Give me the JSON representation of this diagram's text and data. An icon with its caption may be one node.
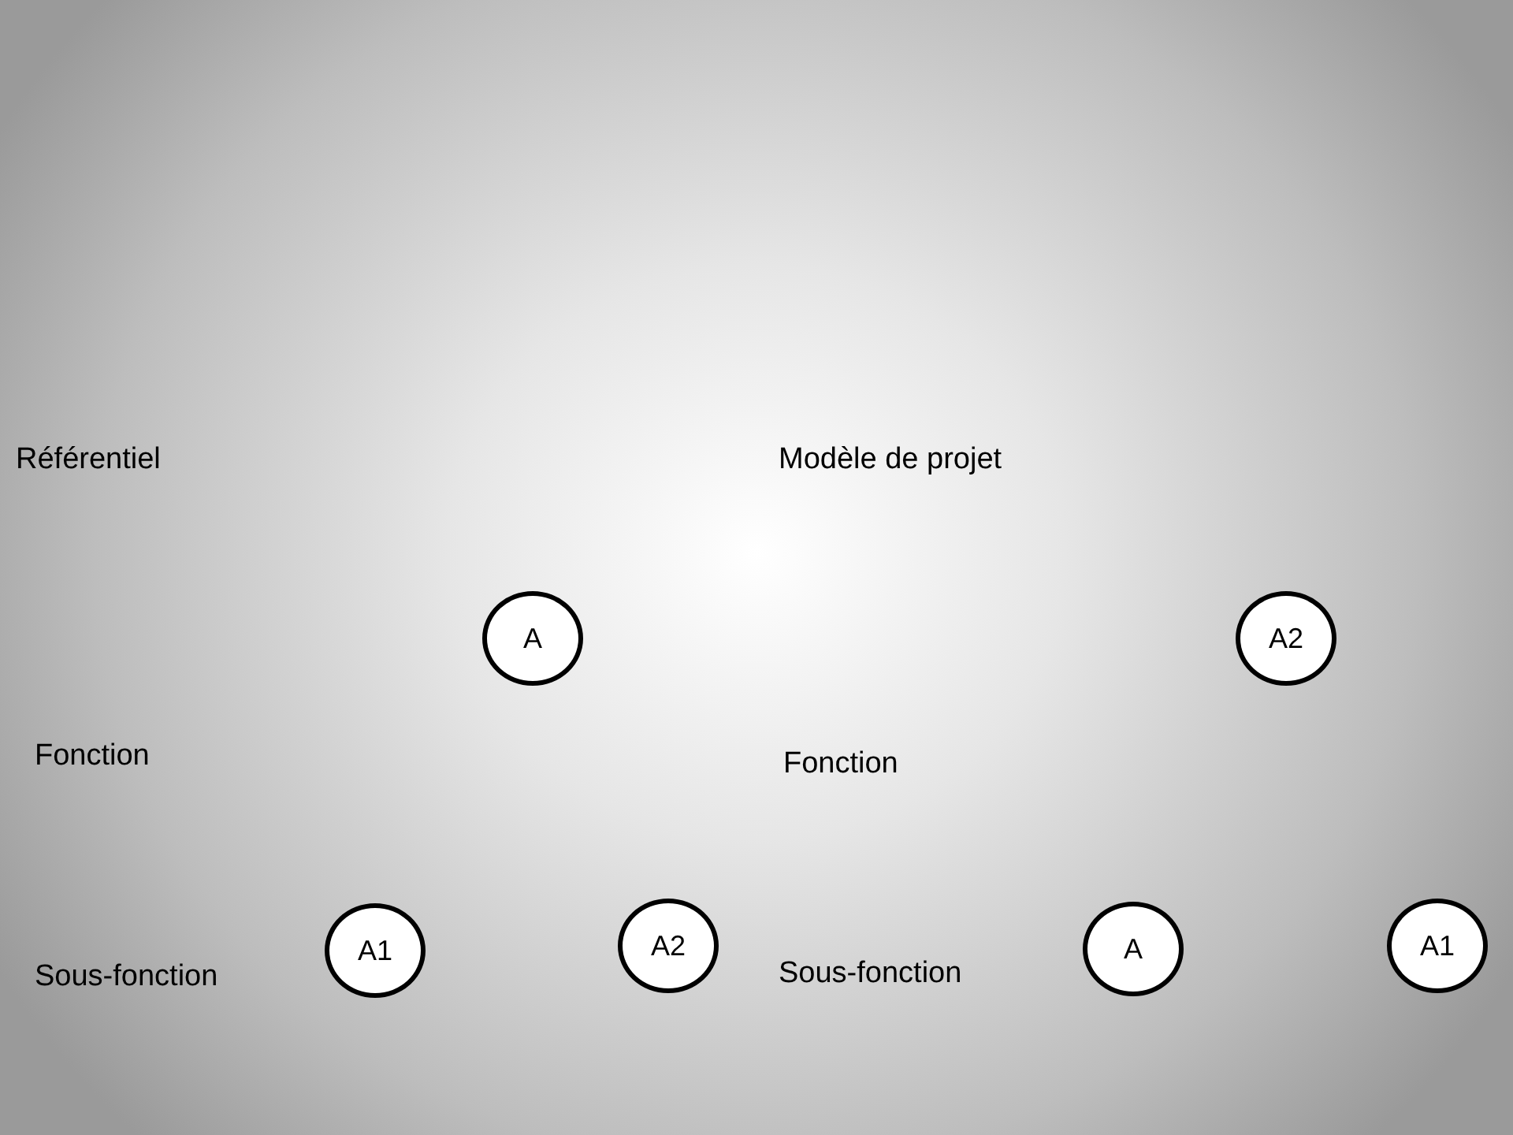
{
  "diagram": {
    "nodes": [
      {
        "text": [
          "A"
        ]
      },
      {
        "text": [
          "A2"
        ]
      },
      {
        "text": [
          "A1"
        ]
      },
      {
        "text": [
          "A2"
        ]
      },
      {
        "text": [
          "A"
        ]
      },
      {
        "text": [
          "A1"
        ]
      }
    ],
    "labels": [
      "Référentiel",
      "Modèle de projet",
      "Fonction",
      "Fonction",
      "Sous-fonction",
      "Sous-fonction"
    ]
  }
}
